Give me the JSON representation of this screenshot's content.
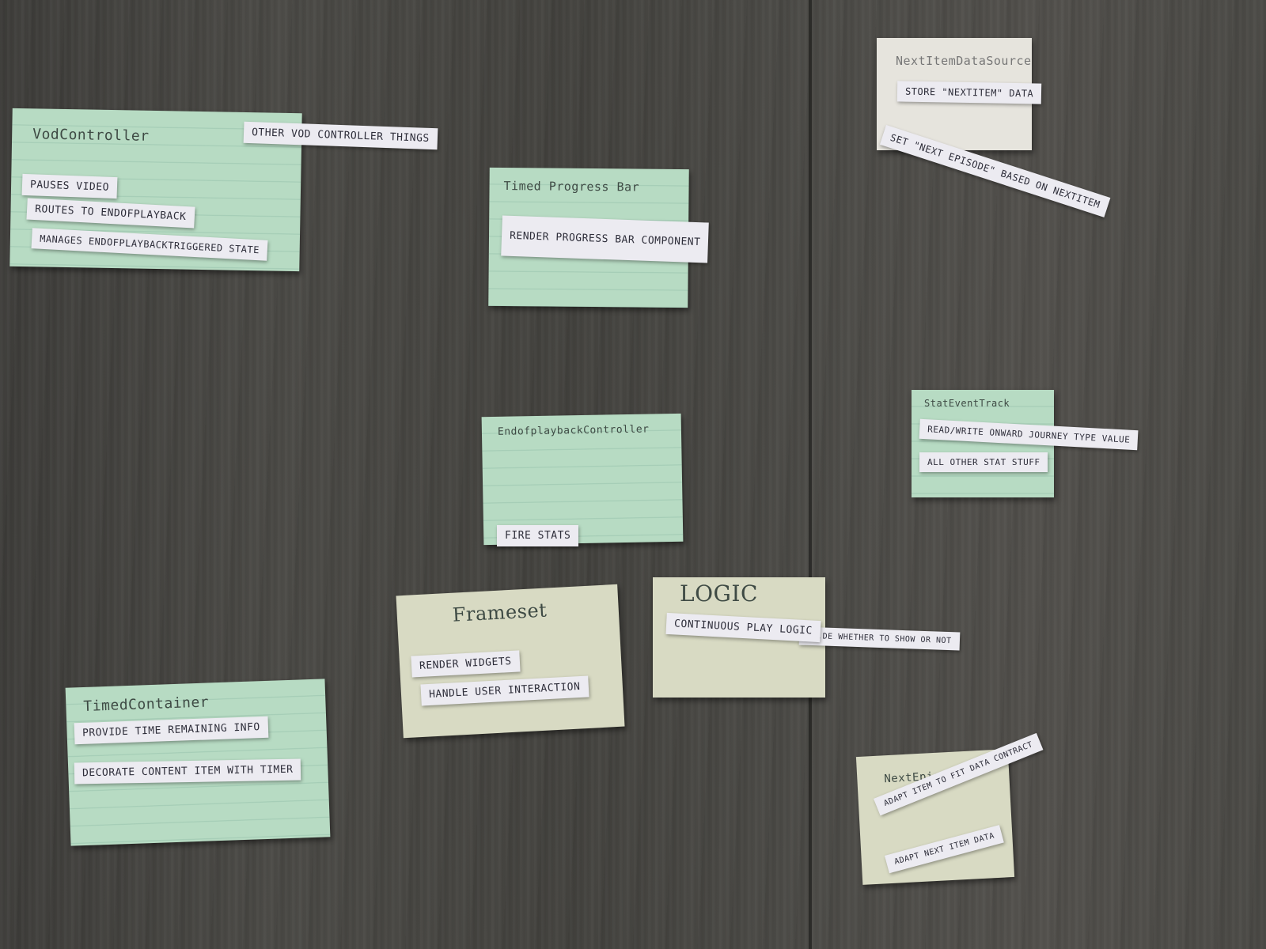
{
  "cards": {
    "vod_controller": {
      "title": "VodController",
      "strips": [
        "Other vod controller things",
        "Pauses video",
        "Routes to endofplayback",
        "Manages endofplaybacktriggered state"
      ]
    },
    "timed_progress_bar": {
      "title": "Timed Progress Bar",
      "strips": [
        "Render progress bar component"
      ]
    },
    "next_item_data_source": {
      "title": "NextItemDataSource",
      "strips": [
        "Store \"nextitem\" data",
        "Set \"next episode\" based on nextitem"
      ]
    },
    "stat_event_track": {
      "title": "StatEventTrack",
      "strips": [
        "Read/write onward journey type value",
        "All other stat stuff"
      ]
    },
    "end_of_playback_controller": {
      "title": "EndofplaybackController",
      "strips": [
        "Fire stats"
      ]
    },
    "frameset": {
      "title": "Frameset",
      "strips": [
        "Render widgets",
        "Handle user interaction"
      ]
    },
    "logic": {
      "title": "LOGIC",
      "strips": [
        "Continuous play logic",
        "...de whether to show or not"
      ]
    },
    "timed_container": {
      "title": "TimedContainer",
      "strips": [
        "Provide time remaining info",
        "Decorate content item with timer"
      ]
    },
    "next_episode": {
      "title": "NextEpisode",
      "strips": [
        "Adapt item to fit data contract",
        "Adapt next item data"
      ]
    }
  }
}
